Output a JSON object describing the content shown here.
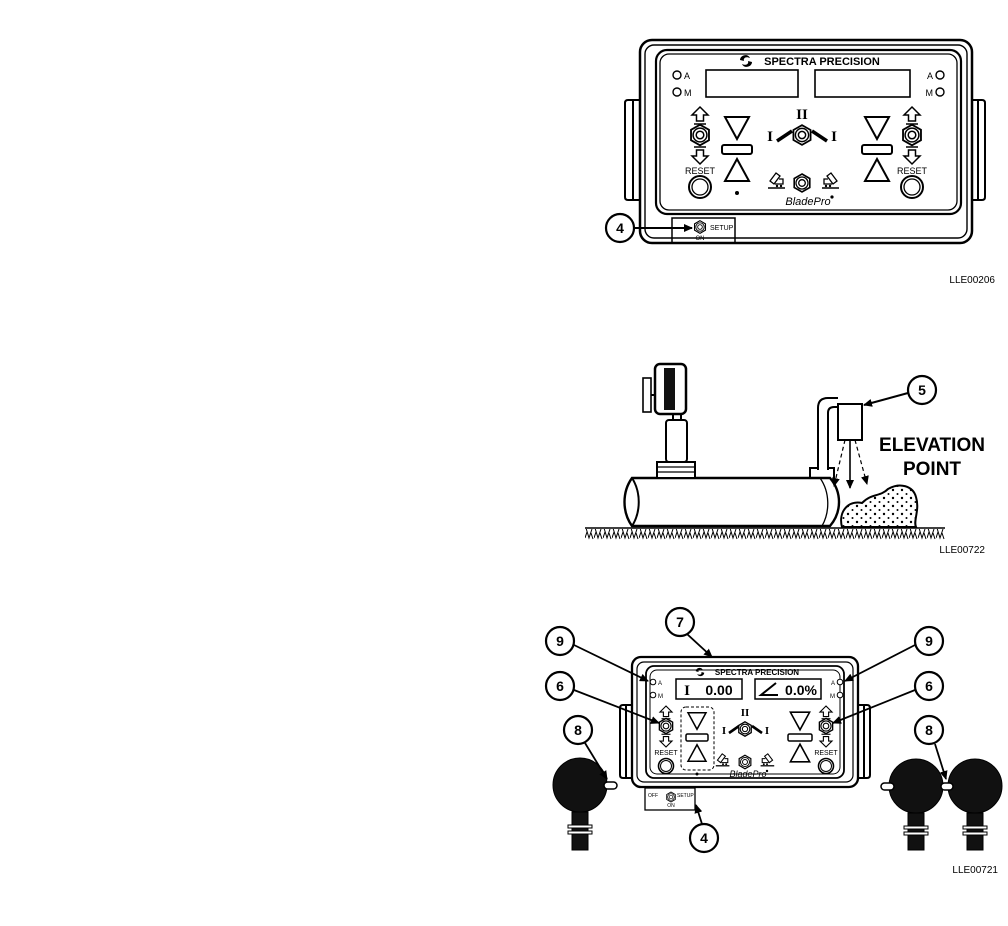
{
  "colors": {
    "ink": "#111111",
    "paper": "#ffffff"
  },
  "figure_1": {
    "brand": "SPECTRA PRECISION",
    "led_left": {
      "auto": "A",
      "manual": "M"
    },
    "led_right": {
      "auto": "A",
      "manual": "M"
    },
    "reset_left": "RESET",
    "reset_right": "RESET",
    "mode_dual": "II",
    "mode_left": "I",
    "mode_right": "I",
    "product": "BladePro",
    "switch_setup": "SETUP",
    "switch_on": "ON",
    "callout": "4",
    "figure_id": "LLE00206"
  },
  "figure_2": {
    "callout": "5",
    "label": [
      "ELEVATION",
      "POINT"
    ],
    "figure_id": "LLE00722"
  },
  "figure_3": {
    "brand": "SPECTRA PRECISION",
    "led_left": {
      "auto": "A",
      "manual": "M"
    },
    "led_right": {
      "auto": "A",
      "manual": "M"
    },
    "display_left": {
      "symbol": "I",
      "value": "0.00"
    },
    "display_right": {
      "value": "0.0%"
    },
    "reset_left": "RESET",
    "reset_right": "RESET",
    "mode_dual": "II",
    "mode_left": "I",
    "mode_right": "I",
    "product": "BladePro",
    "switch_off": "OFF",
    "switch_setup": "SETUP",
    "switch_on": "ON",
    "callouts": {
      "top": "7",
      "upper_left": "9",
      "upper_right": "9",
      "middle_left": "6",
      "middle_right": "6",
      "lower_left": "8",
      "lower_right": "8",
      "bottom": "4"
    },
    "figure_id": "LLE00721"
  }
}
